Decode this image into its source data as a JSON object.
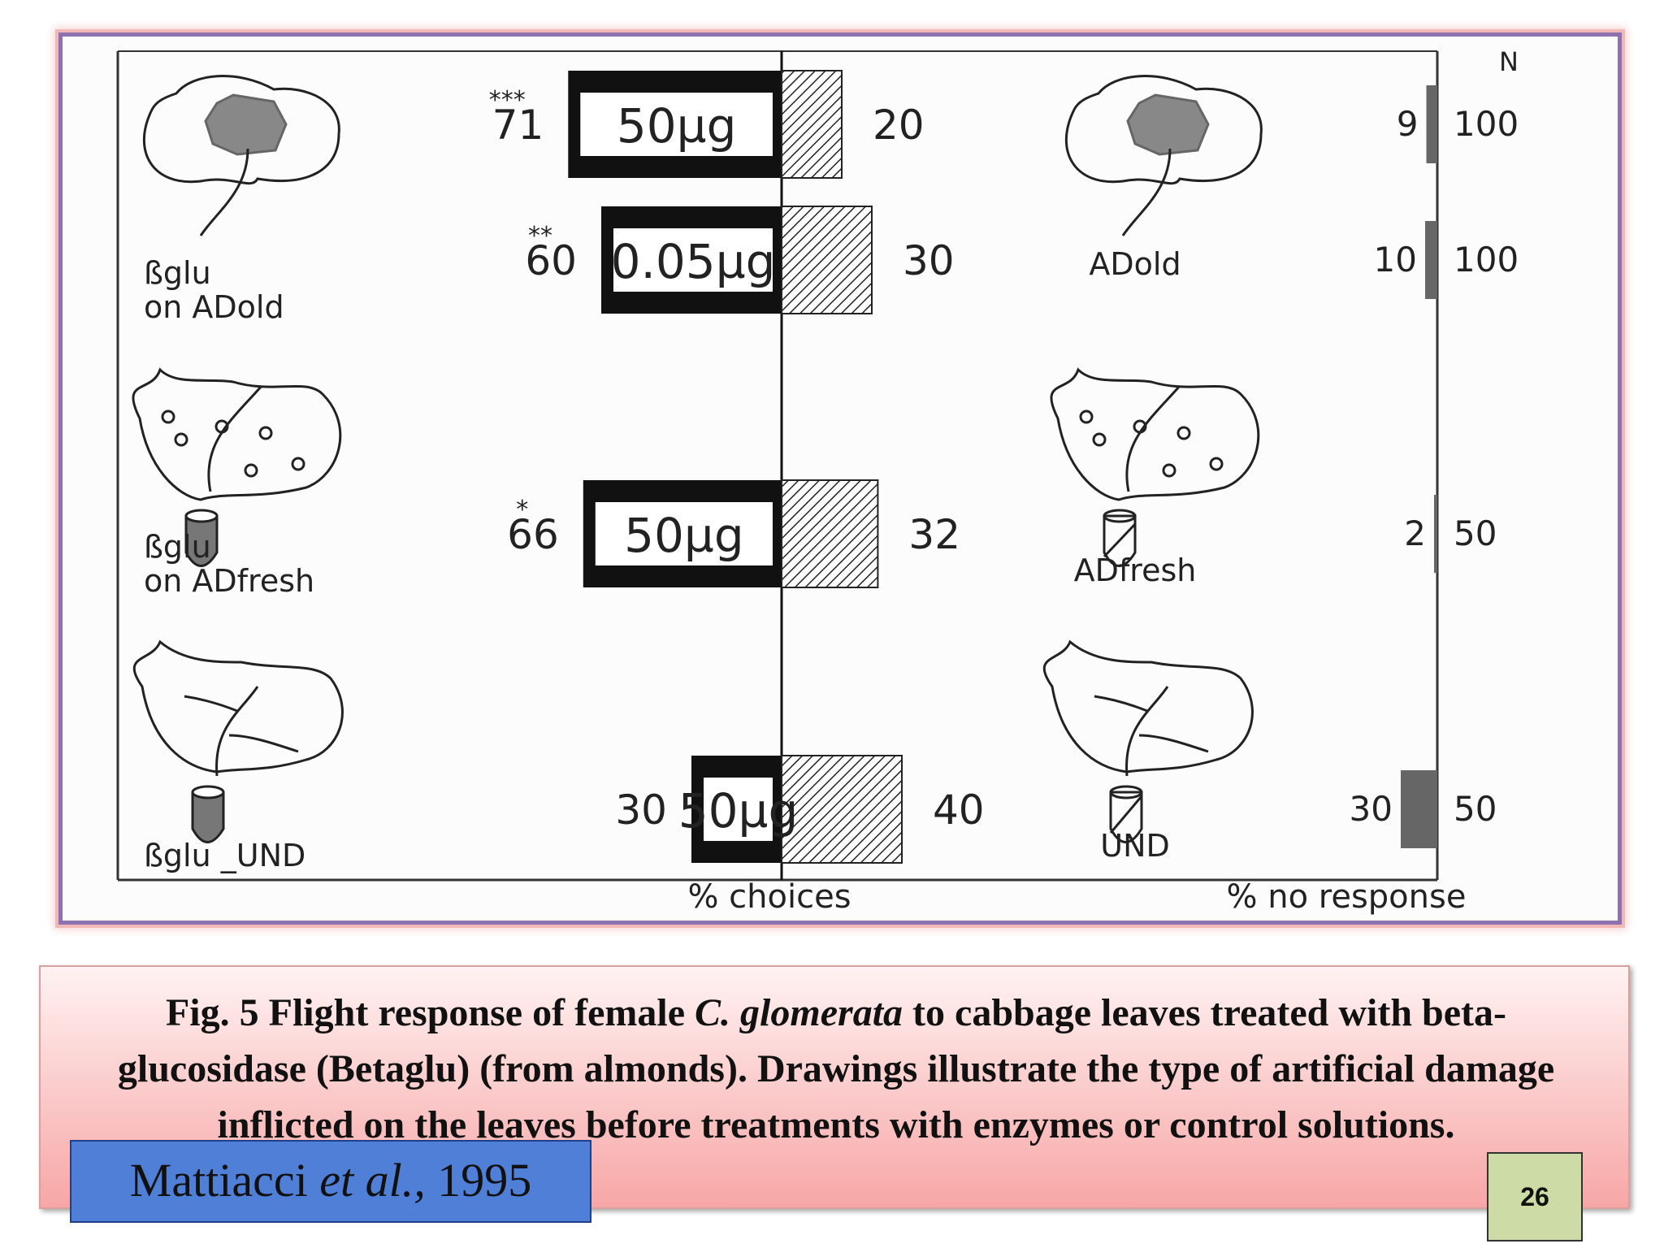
{
  "chart_data": {
    "type": "bar",
    "orientation": "horizontal diverging",
    "xlabel": "% choices",
    "secondary_xlabel": "% no response",
    "n_header": "N",
    "rows": [
      {
        "treated": "ßglu on ADold",
        "treated_label": "",
        "treated_value": 71,
        "significance": "***",
        "dose": "50µg",
        "control": "ADold",
        "control_label": "",
        "control_value": 20,
        "no_response": 9,
        "N": 100
      },
      {
        "treated": "ßglu on ADold",
        "treated_label": "ßglu\non ADold",
        "treated_value": 60,
        "significance": "**",
        "dose": "0.05µg",
        "control": "ADold",
        "control_label": "ADold",
        "control_value": 30,
        "no_response": 10,
        "N": 100
      },
      {
        "treated": "ßglu on ADfresh",
        "treated_label": "ßglu\non ADfresh",
        "treated_value": 66,
        "significance": "*",
        "dose": "50µg",
        "control": "ADfresh",
        "control_label": "ADfresh",
        "control_value": 32,
        "no_response": 2,
        "N": 50
      },
      {
        "treated": "ßglu UND",
        "treated_label": "ßglu _UND",
        "treated_value": 30,
        "significance": "",
        "dose": "50µg",
        "control": "UND",
        "control_label": "UND",
        "control_value": 40,
        "no_response": 30,
        "N": 50
      }
    ],
    "colors": {
      "treated": "#111111",
      "control_hatch": "#222222",
      "no_response": "#666666"
    }
  },
  "caption": {
    "prefix": "Fig. 5 Flight response of female ",
    "species": "C. glomerata",
    "suffix": " to cabbage leaves treated with beta-glucosidase (Betaglu) (from almonds). Drawings illustrate the type of artificial damage inflicted on the leaves before treatments with enzymes or control solutions."
  },
  "citation": {
    "author": "Mattiacci ",
    "etal": "et al.,",
    "year": " 1995"
  },
  "slide_number": "26"
}
